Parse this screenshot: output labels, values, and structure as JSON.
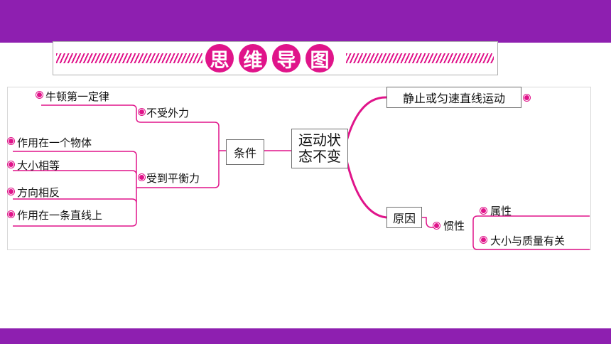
{
  "header": {
    "title_chars": [
      "思",
      "维",
      "导",
      "图"
    ]
  },
  "mindmap": {
    "center": {
      "line1": "运动状",
      "line2": "态不变"
    },
    "left": {
      "label": "条件",
      "branches": [
        {
          "label": "不受外力",
          "children": [
            "牛顿第一定律"
          ]
        },
        {
          "label": "受到平衡力",
          "children": [
            "作用在一个物体",
            "大小相等",
            "方向相反",
            "作用在一条直线上"
          ]
        }
      ]
    },
    "right": {
      "top": {
        "label": "静止或匀速直线运动"
      },
      "bottom": {
        "label": "原因",
        "child": {
          "label": "惯性",
          "children": [
            "属性",
            "大小与质量有关"
          ]
        }
      }
    }
  },
  "colors": {
    "accent": "#e0148a",
    "bar": "#8e1fb0",
    "line": "#e0148a"
  }
}
